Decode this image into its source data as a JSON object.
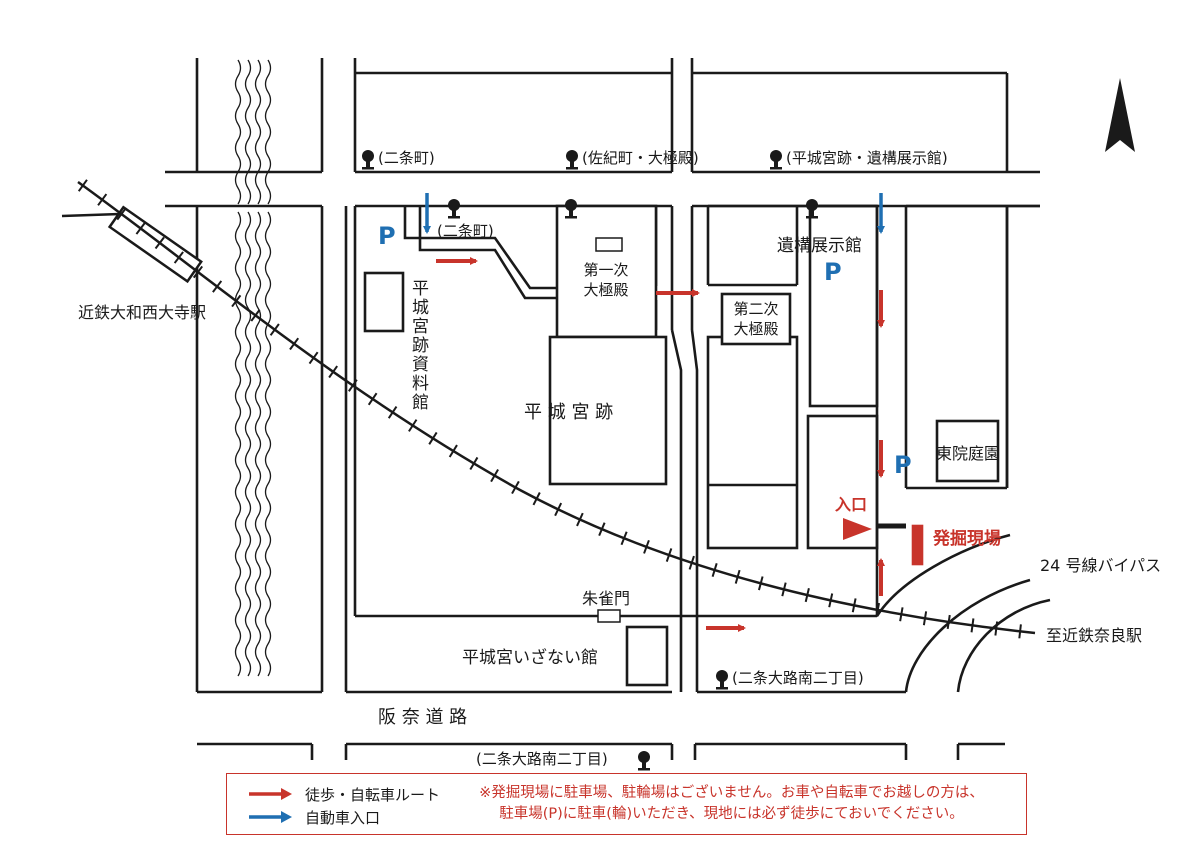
{
  "map": {
    "north_arrow": "north-arrow-icon",
    "colors": {
      "walk": "#c8342b",
      "car": "#1f6fb2",
      "line": "#1a1a1a"
    },
    "stops": {
      "nijo_top": "(二条町)",
      "sakicho": "(佐紀町・大極殿)",
      "heijo_ikou": "(平城宮跡・遺構展示館)",
      "nijo_inner": "(二条町)",
      "nijo_oji_mid": "(二条大路南二丁目)",
      "nijo_oji_bottom": "(二条大路南二丁目)"
    },
    "labels": {
      "kintetsu_saidaiji": "近鉄大和西大寺駅",
      "daigokuden1": [
        "第一次",
        "大極殿"
      ],
      "daigokuden2": [
        "第二次",
        "大極殿"
      ],
      "shiryokan": [
        "平",
        "城",
        "宮",
        "跡",
        "資",
        "料",
        "館"
      ],
      "heijokyu_ato": "平 城 宮 跡",
      "ikou_tenjikan": "遺構展示館",
      "toin_teien": "東院庭園",
      "entrance": "入口",
      "excavation": "発掘現場",
      "route24": "24 号線バイパス",
      "to_nara": "至近鉄奈良駅",
      "suzakumon": "朱雀門",
      "izanaikan": "平城宮いざない館",
      "hanna_road": "阪 奈 道 路",
      "parking": "P"
    }
  },
  "legend": {
    "walk_label": "徒歩・自転車ルート",
    "car_label": "自動車入口",
    "note_line1": "※発掘現場に駐車場、駐輪場はございません。お車や自転車でお越しの方は、",
    "note_line2": "駐車場(P)に駐車(輪)いただき、現地には必ず徒歩にておいでください。"
  }
}
